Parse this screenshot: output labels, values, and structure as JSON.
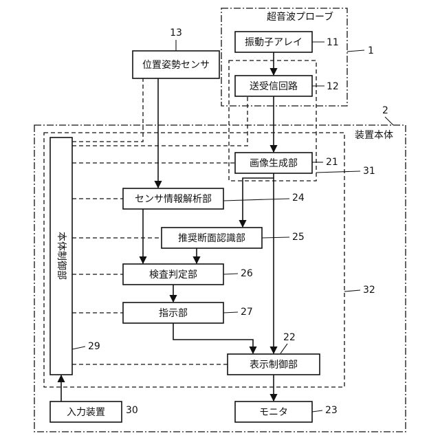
{
  "labels": {
    "probe_group": "超音波プローブ",
    "body_group": "装置本体",
    "transducer": "振動子アレイ",
    "transceiver": "送受信回路",
    "pos_sensor": "位置姿勢センサ",
    "image_gen": "画像生成部",
    "sensor_analysis": "センサ情報解析部",
    "recommend": "推奨断面認識部",
    "exam_judge": "検査判定部",
    "instruct": "指示部",
    "display_ctrl": "表示制御部",
    "monitor": "モニタ",
    "input_device": "入力装置",
    "main_ctrl": "本体制御部"
  },
  "refs": {
    "probe_group": "1",
    "body_group": "2",
    "transducer": "11",
    "transceiver": "12",
    "pos_sensor": "13",
    "image_gen": "21",
    "display_ctrl": "22",
    "monitor": "23",
    "sensor_analysis": "24",
    "recommend": "25",
    "exam_judge": "26",
    "instruct": "27",
    "main_ctrl": "29",
    "input_device": "30",
    "processor_31": "31",
    "processor_32": "32"
  }
}
